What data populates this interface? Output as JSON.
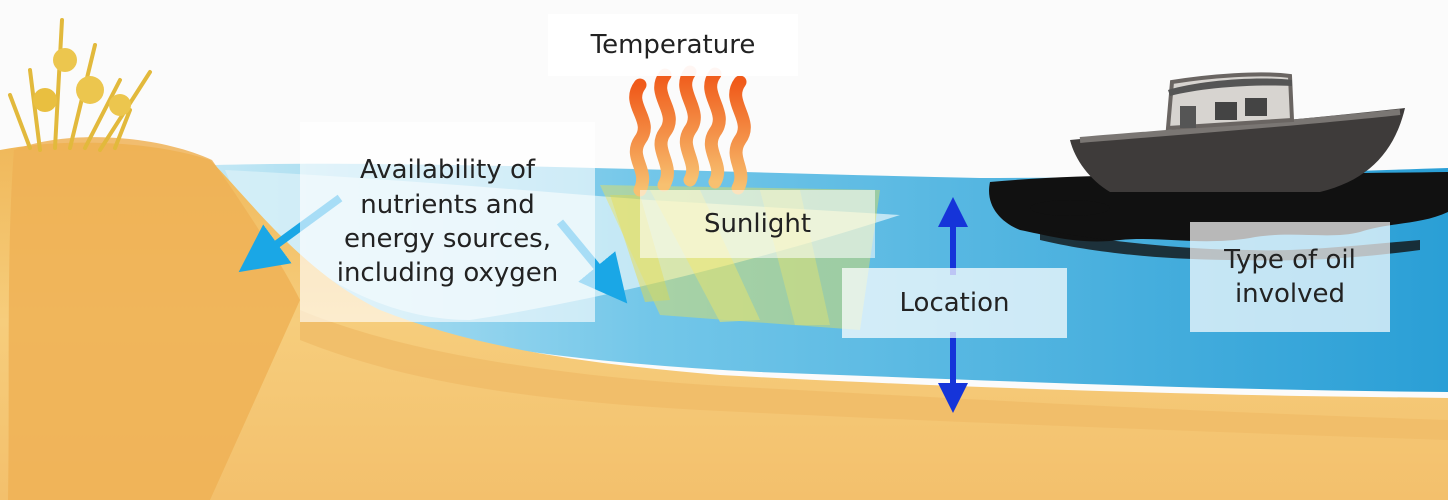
{
  "labels": {
    "temperature": "Temperature",
    "nutrients": "Availability of\nnutrients and\nenergy sources,\nincluding oxygen",
    "sunlight": "Sunlight",
    "location": "Location",
    "oil_type": "Type of oil\ninvolved"
  },
  "colors": {
    "sand": "#f2c36a",
    "sand_dark": "#e29a3f",
    "water": "#2ea3d6",
    "water_light": "#8fd0ec",
    "oil": "#111111",
    "heat": "#f07a2a",
    "arrow_light": "#1aa7e6",
    "arrow_dark": "#1534d9",
    "grass": "#e8c24a",
    "sunlight": "#f3e64a"
  }
}
